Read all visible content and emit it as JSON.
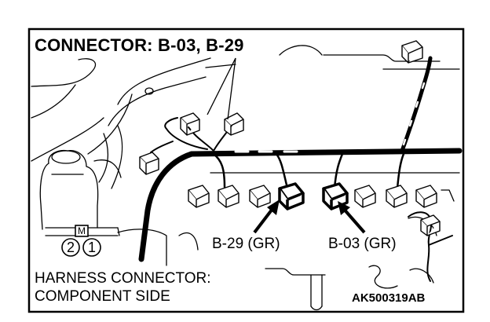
{
  "title": "CONNECTOR: B-03, B-29",
  "harness_label": {
    "line1": "HARNESS CONNECTOR:",
    "line2": "COMPONENT SIDE"
  },
  "callouts": {
    "b29": "B-29 (GR)",
    "b03": "B-03 (GR)"
  },
  "connector_pins": {
    "marker": "M",
    "pin_left": "2",
    "pin_right": "1"
  },
  "reference_code": "AK500319AB"
}
